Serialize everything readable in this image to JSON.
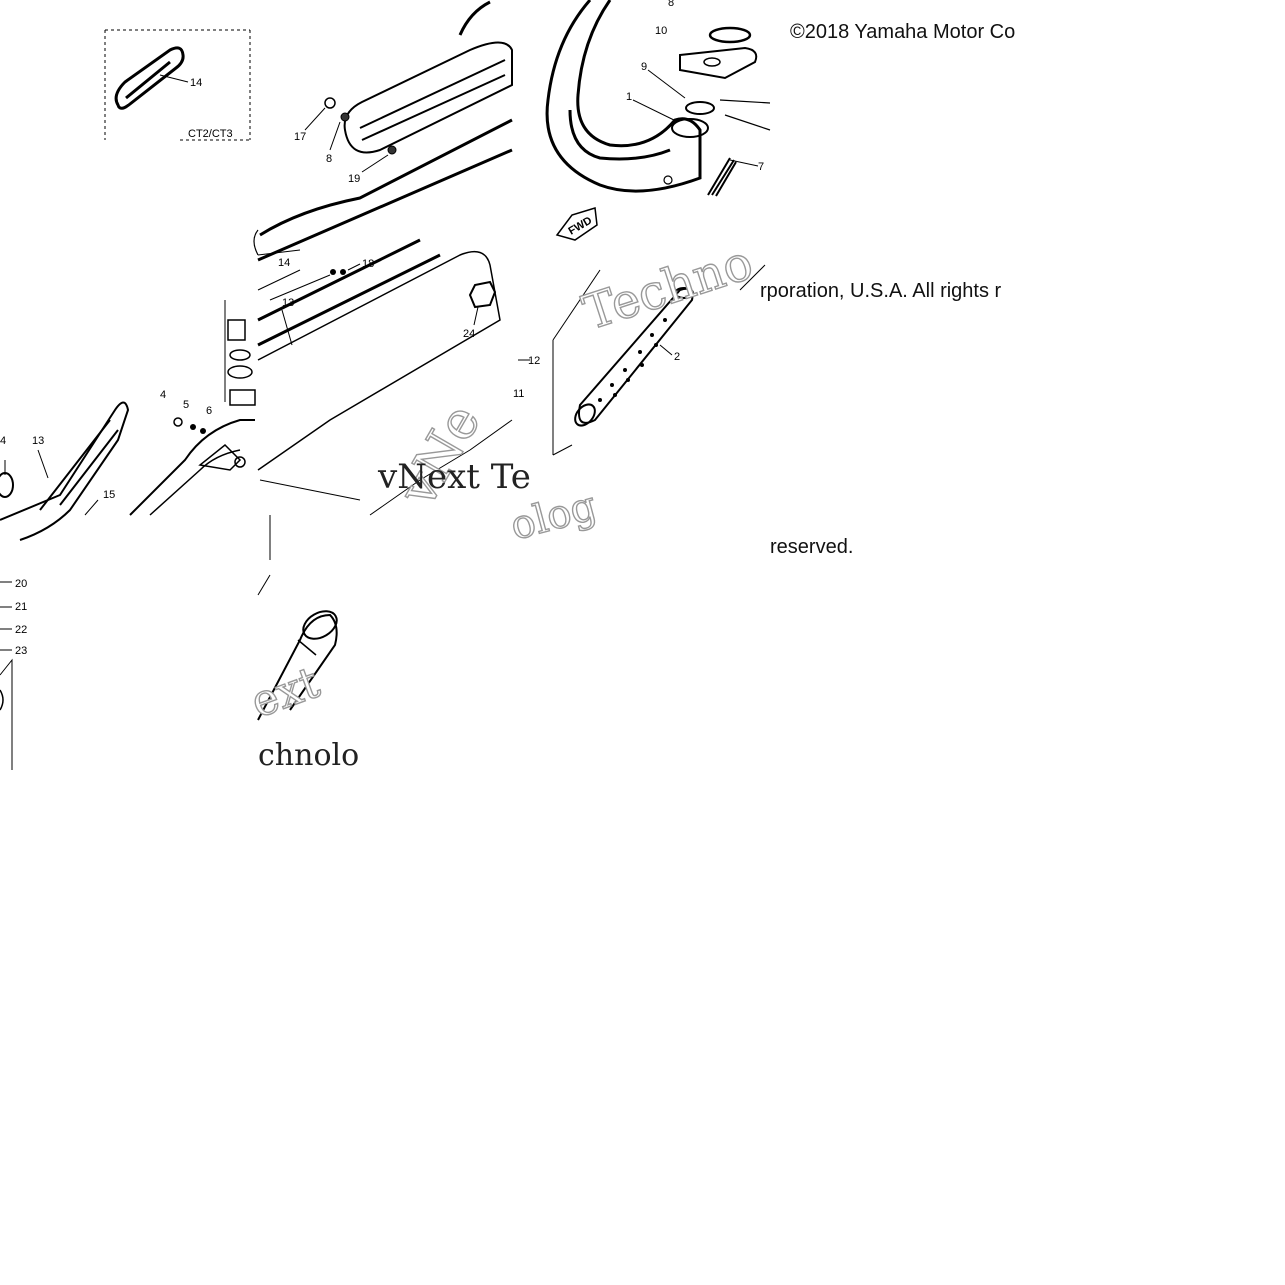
{
  "copyright": {
    "line1": "©2018 Yamaha Motor Co",
    "line2": "rporation, U.S.A. All rights r",
    "line3": "reserved."
  },
  "watermark": {
    "word_a": "Techno",
    "word_b": "vNe",
    "word_c": "vNext Te",
    "word_d": "olog",
    "word_e": "ext",
    "word_f": "chnolo"
  },
  "labels": {
    "model_tag": "CT2/CT3",
    "fwd_arrow": "FWD"
  },
  "callouts": {
    "c1": "1",
    "c2": "2",
    "c4": "4",
    "c5": "5",
    "c6": "6",
    "c7": "7",
    "c8": "8",
    "c9": "9",
    "c10": "10",
    "c11": "11",
    "c12": "12",
    "c13": "13",
    "c14": "14",
    "c15": "15",
    "c17": "17",
    "c18": "18",
    "c19": "19",
    "c20": "20",
    "c21": "21",
    "c22": "22",
    "c23": "23",
    "c24": "24"
  }
}
